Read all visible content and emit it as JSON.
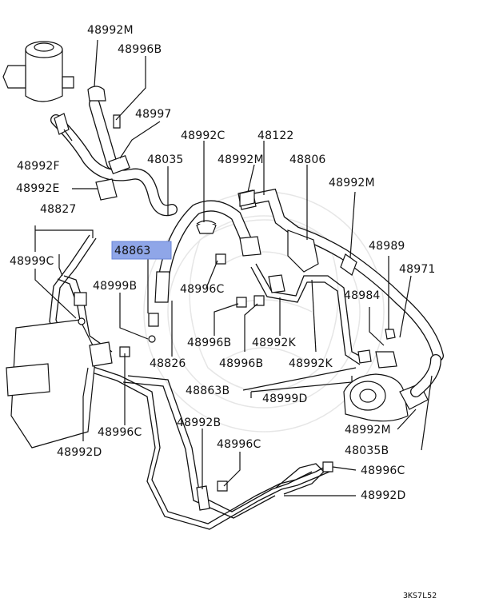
{
  "diagram": {
    "code": "3KS7L52",
    "highlight_color": "#8fa6e8",
    "highlighted_label": "48863",
    "labels": {
      "l1": "48992M",
      "l2": "48996B",
      "l3": "48997",
      "l4": "48992C",
      "l5": "48122",
      "l6": "48035",
      "l7": "48992M",
      "l8": "48806",
      "l9": "48992F",
      "l10": "48992E",
      "l11": "48992M",
      "l12": "48827",
      "l13": "48863",
      "l14": "48999C",
      "l15": "48999B",
      "l16": "48996C",
      "l17": "48989",
      "l18": "48971",
      "l19": "48984",
      "l20": "48996B",
      "l21": "48992K",
      "l22": "48996B",
      "l23": "48992K",
      "l24": "48826",
      "l25": "48863B",
      "l26": "48999D",
      "l27": "48996C",
      "l28": "48992M",
      "l29": "48035B",
      "l30": "48992D",
      "l31": "48992B",
      "l32": "48996C",
      "l33": "48996C",
      "l34": "48992D"
    }
  }
}
